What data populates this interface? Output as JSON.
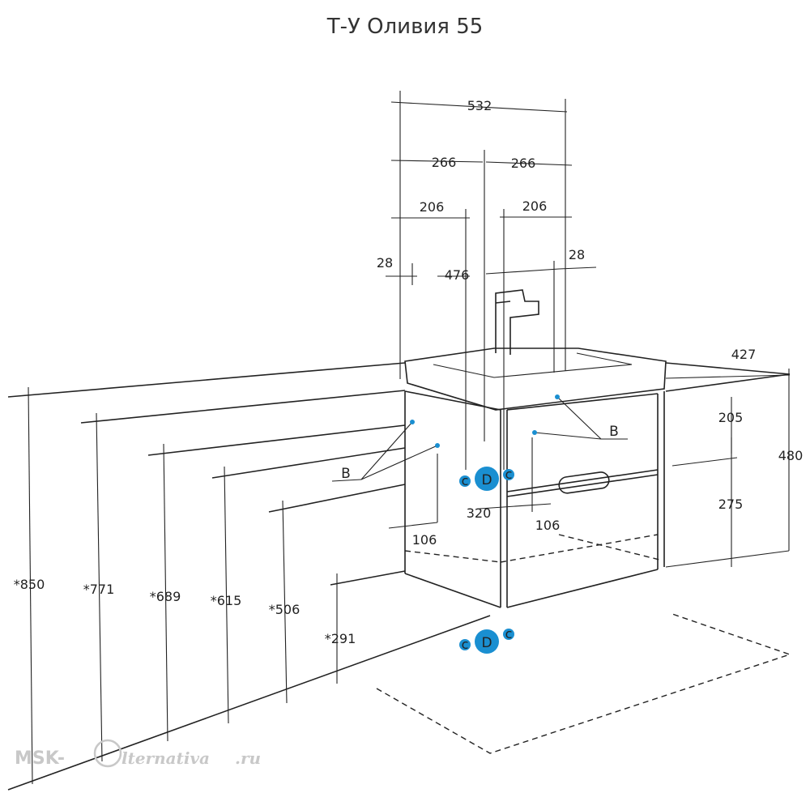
{
  "title": "Т-У Оливия 55",
  "dimensions": {
    "total_width": "532",
    "half_left": "266",
    "half_right": "266",
    "offset_left": "206",
    "offset_right": "206",
    "inner_width": "476",
    "side_left": "28",
    "side_right": "28",
    "depth": "427",
    "top_drawer": "205",
    "bottom_drawer": "275",
    "total_height": "480",
    "drain_spacing": "320",
    "hole_left": "106",
    "hole_right": "106",
    "h850": "*850",
    "h771": "*771",
    "h689": "*689",
    "h615": "*615",
    "h506": "*506",
    "h291": "*291"
  },
  "labels": {
    "b_left": "B",
    "b_right": "B",
    "supply_wall": "D",
    "supply_floor": "D",
    "cold": "c",
    "hot": "c"
  },
  "watermark": {
    "brand": "MSK-",
    "brand_tail": "lternativa",
    "domain": ".ru"
  },
  "colors": {
    "connection": "#1a8fd1",
    "lines": "#222222"
  }
}
